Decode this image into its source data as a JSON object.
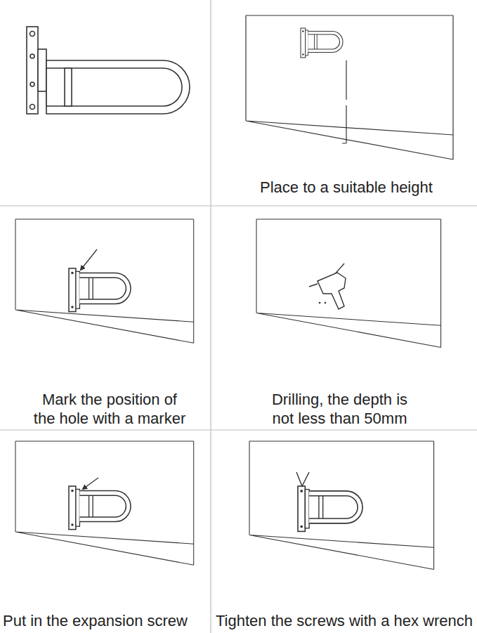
{
  "diagram": {
    "labels": [
      "Place to a suitable height",
      "Mark the position of the hole with a marker",
      "Drilling, the depth is not less than 50mm",
      "Put in the expansion screw",
      "Tighten the screws with a hex wrench"
    ]
  }
}
